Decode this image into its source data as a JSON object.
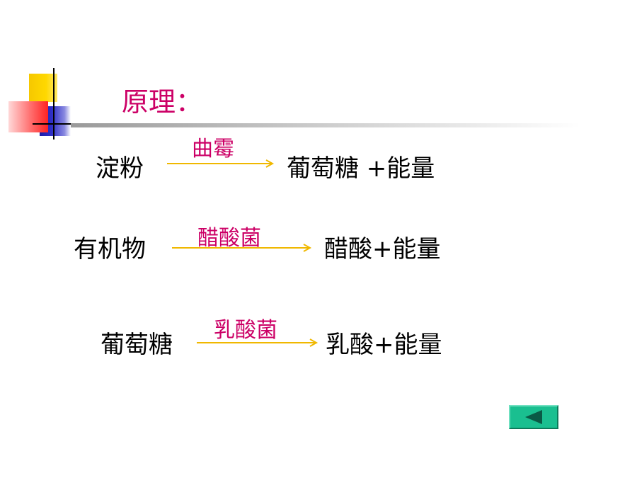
{
  "title": "原理：",
  "reactions": [
    {
      "reactant": "淀粉",
      "agent": "曲霉",
      "product": "葡萄糖 +能量"
    },
    {
      "reactant": "有机物",
      "agent": "醋酸菌",
      "product": "醋酸+能量"
    },
    {
      "reactant": "葡萄糖",
      "agent": "乳酸菌",
      "product": "乳酸+能量"
    }
  ],
  "colors": {
    "title": "#cc0066",
    "agent": "#cc0066",
    "arrow": "#f0b800",
    "button": "#1abf90"
  },
  "nav": {
    "back_icon": "triangle-left-icon"
  }
}
